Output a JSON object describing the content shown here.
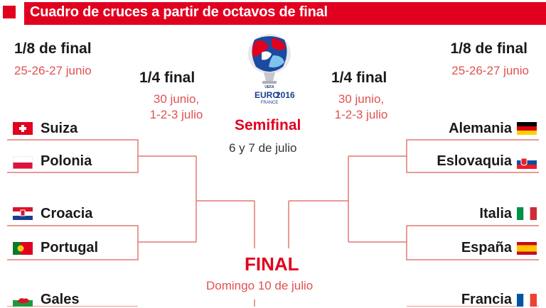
{
  "header": {
    "title": "Cuadro de cruces a partir de octavos de final"
  },
  "left": {
    "round_of_16_label": "1/8 de final",
    "round_of_16_dates": "25-26-27 junio",
    "quarter_label": "1/4 final",
    "quarter_dates_line1": "30 junio,",
    "quarter_dates_line2": "1-2-3 julio"
  },
  "right": {
    "round_of_16_label": "1/8 de final",
    "round_of_16_dates": "25-26-27 junio",
    "quarter_label": "1/4 final",
    "quarter_dates_line1": "30 junio,",
    "quarter_dates_line2": "1-2-3 julio"
  },
  "center": {
    "logo_text_top": "UEFA",
    "logo_text_main_a": "EURO",
    "logo_text_main_b": "2016",
    "logo_text_sub": "FRANCE",
    "semifinal_label": "Semifinal",
    "semifinal_dates": "6 y 7 de julio",
    "final_label": "FINAL",
    "final_date": "Domingo 10 de julio"
  },
  "teams_left": [
    {
      "name": "Suiza",
      "flag": "switzerland-flag"
    },
    {
      "name": "Polonia",
      "flag": "poland-flag"
    },
    {
      "name": "Croacia",
      "flag": "croatia-flag"
    },
    {
      "name": "Portugal",
      "flag": "portugal-flag"
    },
    {
      "name": "Gales",
      "flag": "wales-flag"
    }
  ],
  "teams_right": [
    {
      "name": "Alemania",
      "flag": "germany-flag"
    },
    {
      "name": "Eslovaquia",
      "flag": "slovakia-flag"
    },
    {
      "name": "Italia",
      "flag": "italy-flag"
    },
    {
      "name": "España",
      "flag": "spain-flag"
    },
    {
      "name": "Francia",
      "flag": "france-flag"
    }
  ],
  "colors": {
    "accent": "#e1001e",
    "date_text": "#e1514f",
    "bracket_line": "#e27873"
  }
}
